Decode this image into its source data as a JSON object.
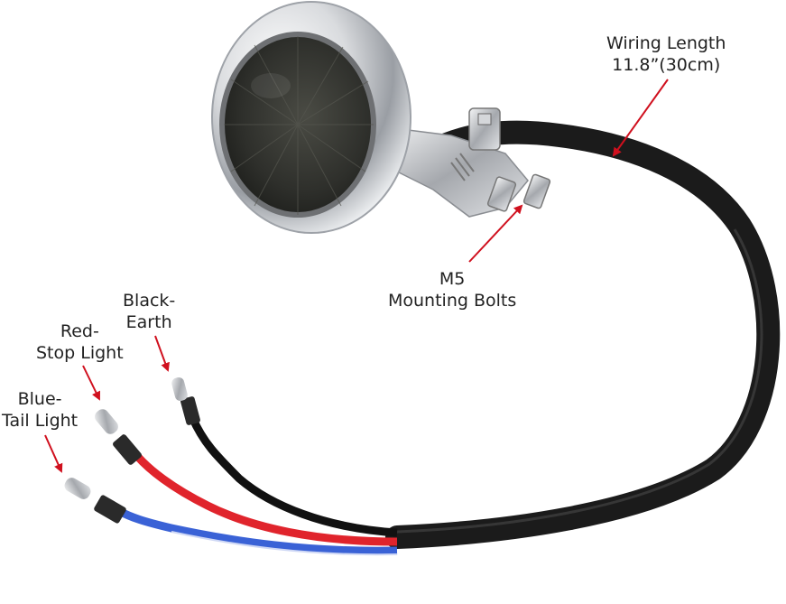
{
  "labels": {
    "wiring": {
      "line1": "Wiring Length",
      "line2": "11.8”(30cm)"
    },
    "mounting": {
      "line1": "M5",
      "line2": "Mounting Bolts"
    },
    "black": {
      "line1": "Black-",
      "line2": "Earth"
    },
    "red": {
      "line1": "Red-",
      "line2": "Stop Light"
    },
    "blue": {
      "line1": "Blue-",
      "line2": "Tail Light"
    }
  },
  "colors": {
    "arrow": "#d0101e",
    "chrome": "#c9ccd0",
    "lens": "#3a3b36",
    "cable": "#1b1b1b",
    "wire_red": "#e0242c",
    "wire_blue": "#3a62d6"
  },
  "icons": [
    "bobber-tail-light",
    "mounting-bracket",
    "bullet-connector"
  ]
}
